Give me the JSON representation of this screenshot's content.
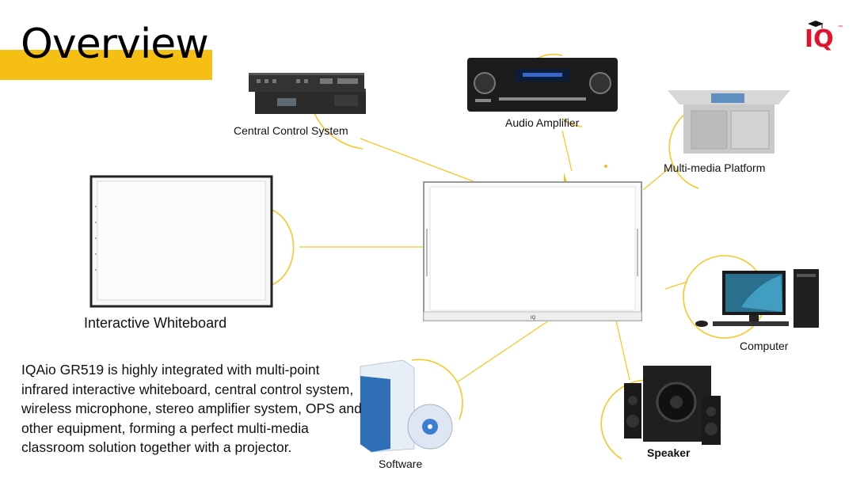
{
  "slide": {
    "title": "Overview",
    "brand_logo": "IQ",
    "brand_tm": "™",
    "accent_color": "#f5bf14",
    "center_device": "interactive-display-panel",
    "center_panel_text": "IQ",
    "devices": {
      "central_control": "Central Control System",
      "audio_amplifier": "Audio Amplifier",
      "multimedia_platform": "Multi-media Platform",
      "whiteboard": "Interactive Whiteboard",
      "computer": "Computer",
      "software": "Software",
      "speaker": "Speaker"
    },
    "description": "IQAio GR519 is highly integrated with multi-point infrared interactive whiteboard, central control system, wireless microphone, stereo amplifier system, OPS and other equipment, forming a perfect multi-media classroom solution together with a projector."
  }
}
